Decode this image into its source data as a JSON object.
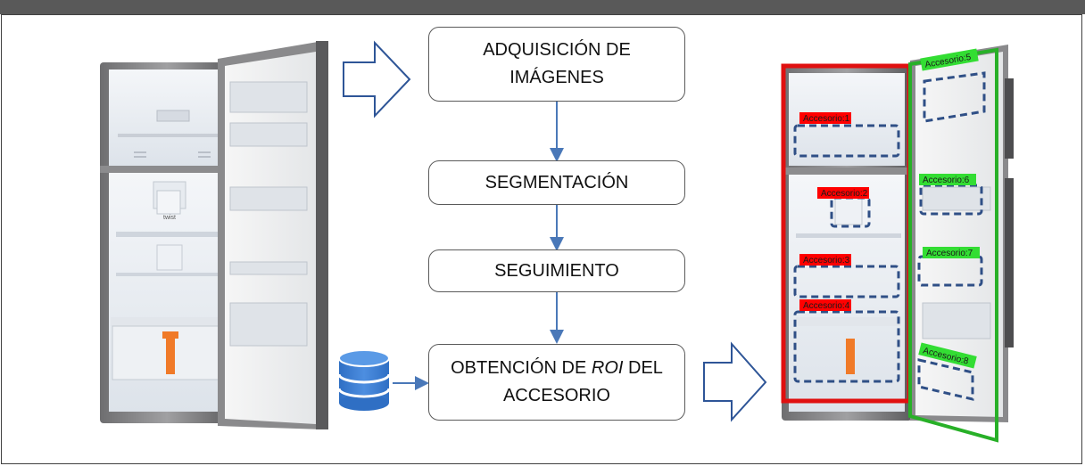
{
  "flow": {
    "step1_line1": "ADQUISICIÓN DE",
    "step1_line2": "IMÁGENES",
    "step2": "SEGMENTACIÓN",
    "step3": "SEGUIMIENTO",
    "step4_pre": "OBTENCIÓN DE ",
    "step4_em": "ROI",
    "step4_post": " DEL",
    "step4_line2": "ACCESORIO"
  },
  "labels": {
    "body": [
      "Accesorio:1",
      "Accesorio:2",
      "Accesorio:3",
      "Accesorio:4"
    ],
    "door": [
      "Accesorio:5",
      "Accesorio:6",
      "Accesorio:7",
      "Accesorio:8"
    ]
  },
  "appliance_text": {
    "filter_logo": "twist"
  },
  "colors": {
    "body_region": "#e01010",
    "door_region": "#28b028",
    "body_label_bg": "#ff0000",
    "door_label_bg": "#33dd33",
    "roi_box": "#2f4f86",
    "arrow": "#2e5597",
    "connector": "#4a78b8",
    "database": "#3f7ed0"
  },
  "icons": [
    "right-arrow-outline-icon",
    "database-icon"
  ]
}
